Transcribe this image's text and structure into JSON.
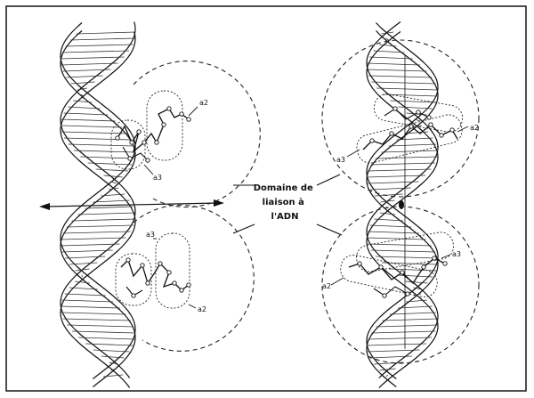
{
  "figure": {
    "center_label": [
      "Domaine de",
      "liaison à",
      "l'ADN"
    ],
    "labels": {
      "left_top_a2": "a2",
      "left_top_a3": "a3",
      "left_bottom_a3": "a3",
      "left_bottom_a2": "a2",
      "right_top_a2": "a2",
      "right_top_a3": "a3",
      "right_bottom_a3": "a3",
      "right_bottom_a2": "a2"
    }
  }
}
